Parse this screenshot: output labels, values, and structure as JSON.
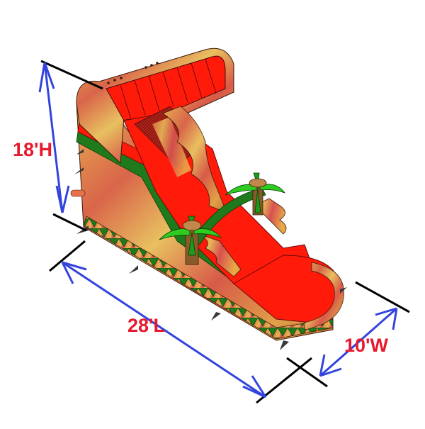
{
  "product": {
    "description": "Inflatable water slide with tropical palm tree theme, marble red/orange/yellow/green",
    "colors": {
      "red": "#ff1a0a",
      "dark_red": "#a8120e",
      "green": "#1e7a1a",
      "bright_green": "#2ecc1e",
      "marble_orange": "#d98a3a",
      "marble_yellow": "#e8c050",
      "marble_pink": "#d94a4a",
      "trunk_brown": "#8a5a2a"
    }
  },
  "dimensions": {
    "height": {
      "label": "18'H"
    },
    "length": {
      "label": "28'L"
    },
    "width": {
      "label": "10'W"
    },
    "label_color": "#e8192c",
    "arrow_color": "#3344dd",
    "line_color": "#000000"
  }
}
